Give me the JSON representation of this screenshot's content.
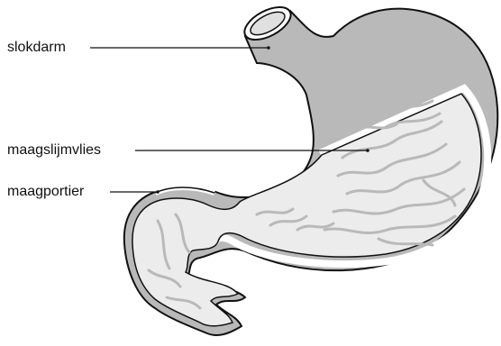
{
  "labels": {
    "esophagus": "slokdarm",
    "mucosa": "maagslijmvlies",
    "pylorus": "maagportier"
  },
  "colors": {
    "outer_wall": "#b9b9b9",
    "inner_lining": "#ececec",
    "folds": "#bdbdbd",
    "outline": "#111111",
    "white_band": "#ffffff"
  }
}
